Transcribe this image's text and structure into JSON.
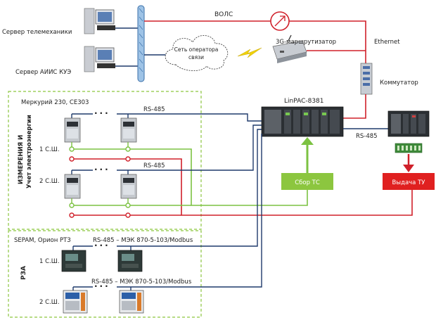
{
  "servers": {
    "telemechanics": "Сервер телемеханики",
    "askue": "Сервер АИИС КУЭ"
  },
  "network": {
    "fiber": "ВОЛС",
    "operator_cloud_line1": "Сеть оператора",
    "operator_cloud_line2": "связи",
    "router_3g": "3G-маршрутизатор",
    "ethernet": "Ethernet",
    "switch": "Коммутатор"
  },
  "controller": {
    "name": "LinPAC-8381",
    "rs485_right": "RS-485"
  },
  "modules": {
    "collect_ts": "Сбор ТС",
    "output_tu": "Выдача ТУ"
  },
  "metering": {
    "section_line1": "ИЗМЕРЕНИЯ И",
    "section_line2": "Учет электроэнергии",
    "devices": "Меркурий 230, СЕ303",
    "rs485_1": "RS-485",
    "rs485_2": "RS-485",
    "bus1": "1 С.Ш.",
    "bus2": "2 С.Ш."
  },
  "rza": {
    "section": "РЗА",
    "devices": "SEPAM, Орион РТЗ",
    "protocol1": "RS-485 – МЭК 870-5-103/Modbus",
    "protocol2": "RS-485 – МЭК 870-5-103/Modbus",
    "bus1": "1 С.Ш.",
    "bus2": "2 С.Ш."
  },
  "colors": {
    "rs485_line": "#1f3a6b",
    "red_line": "#d0202a",
    "green_line": "#7cc242",
    "dashed_frame": "#8cc63f",
    "tc_box": "#8cc63f",
    "tu_box": "#e02020"
  }
}
